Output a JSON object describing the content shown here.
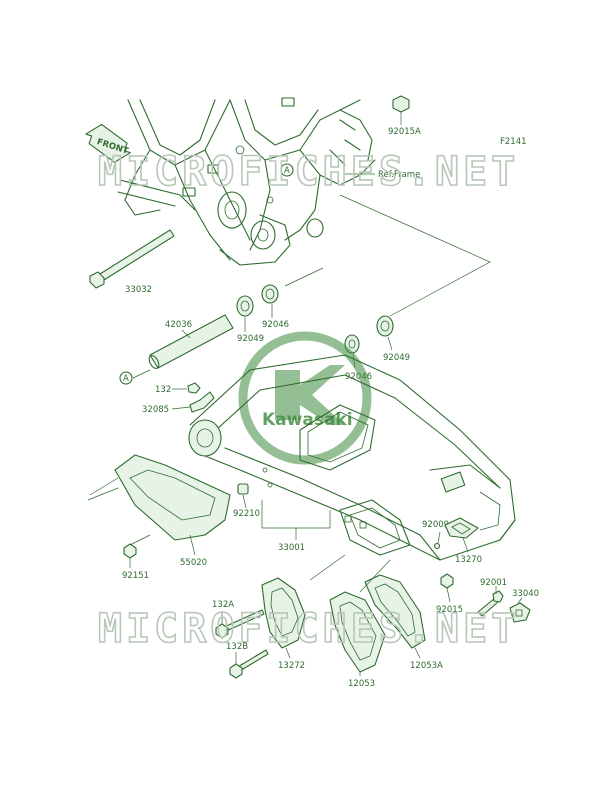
{
  "diagram_code": "F2141",
  "ref_frame_label": "Ref.Frame",
  "front_label": "FRONT",
  "watermark_text": "MICROFICHES.NET",
  "logo_text": "Kawasaki",
  "callout_letter": "A",
  "labels": {
    "p33032": "33032",
    "p92015A": "92015A",
    "p42036": "42036",
    "p92049a": "92049",
    "p92046a": "92046",
    "p92049b": "92049",
    "p92046b": "92046",
    "p132": "132",
    "p32085": "32085",
    "p92210": "92210",
    "p33001": "33001",
    "p55020": "55020",
    "p92151": "92151",
    "p92009": "92009",
    "p13270": "13270",
    "p92015": "92015",
    "p92001": "92001",
    "p33040": "33040",
    "p132A": "132A",
    "p132B": "132B",
    "p13272": "13272",
    "p12053": "12053",
    "p12053A": "12053A"
  },
  "colors": {
    "line": "#2f6b2f",
    "watermark": "#b9c7b9",
    "logo": "#3c8a3c"
  }
}
